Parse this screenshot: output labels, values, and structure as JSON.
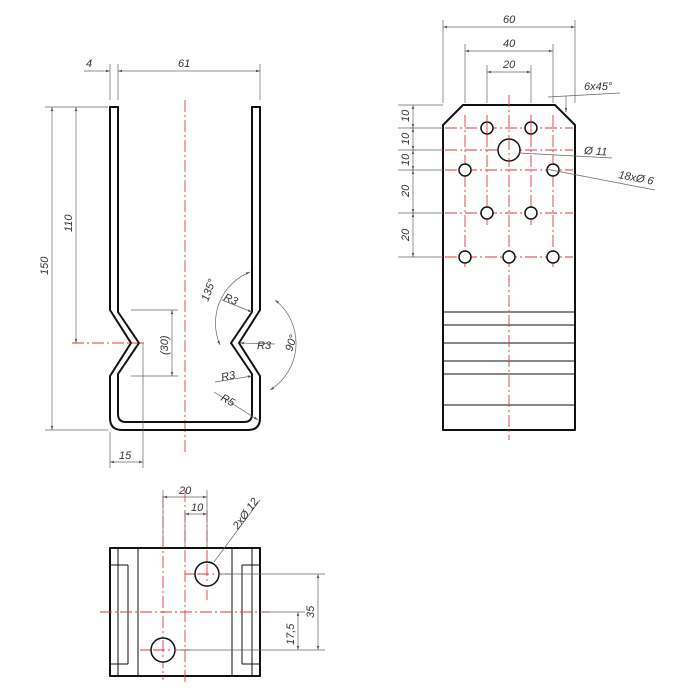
{
  "front_view": {
    "dim_wall": "4",
    "dim_width": "61",
    "dim_height": "150",
    "dim_upper": "110",
    "dim_waist": "(30)",
    "dim_inner": "15",
    "dim_angle_135": "135°",
    "dim_angle_90": "90°",
    "dim_r3_a": "R3",
    "dim_r3_b": "R3",
    "dim_r3_c": "R3",
    "dim_r5": "R5"
  },
  "side_view": {
    "dim_60": "60",
    "dim_40": "40",
    "dim_20": "20",
    "dim_chamfer": "6x45°",
    "dim_v10a": "10",
    "dim_v10b": "10",
    "dim_v10c": "10",
    "dim_v20a": "20",
    "dim_v20b": "20",
    "dim_big_hole": "Ø 11",
    "dim_small_holes": "18xØ 6"
  },
  "bottom_view": {
    "dim_20": "20",
    "dim_10": "10",
    "dim_holes": "2xØ 12",
    "dim_35": "35",
    "dim_175": "17,5"
  }
}
